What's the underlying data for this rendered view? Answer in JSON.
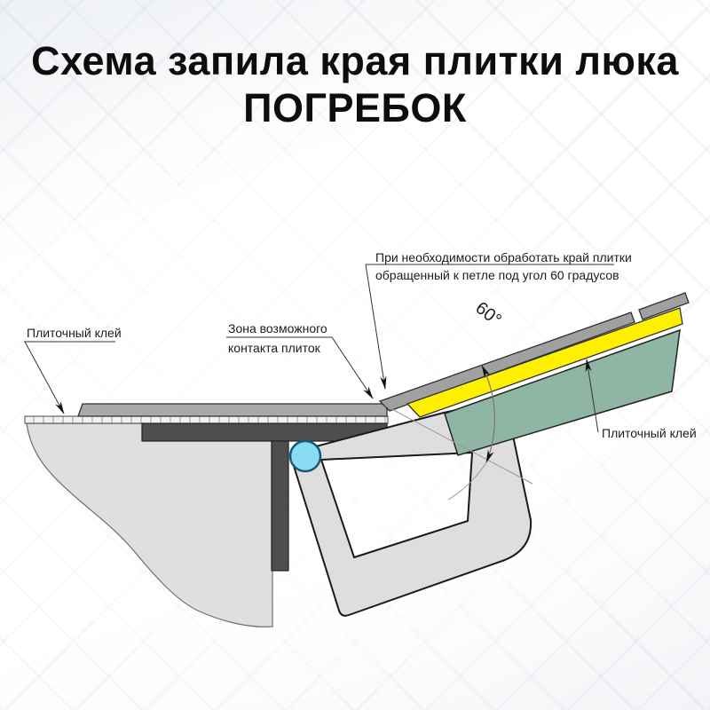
{
  "title": {
    "line1": "Схема запила края плитки люка",
    "line2": "ПОГРЕБОК"
  },
  "labels": {
    "adhesive_left": "Плиточный клей",
    "contact_zone_line1": "Зона возможного",
    "contact_zone_line2": "контакта плиток",
    "hint_line1": "При необходимости обработать край плитки",
    "hint_line2": "обращенный к петле под угол 60 градусов",
    "angle": "60°",
    "adhesive_right": "Плиточный клей"
  },
  "colors": {
    "lid_adhesive_yellow": "#FFEF00",
    "lid_panel_green": "#8FB5A4",
    "hinge_pivot_cyan": "#8ADCF2",
    "tile_gray": "#A5A5A5",
    "frame_dark_gray": "#4E4E4E",
    "body_light_gray": "#DEDEDE"
  }
}
